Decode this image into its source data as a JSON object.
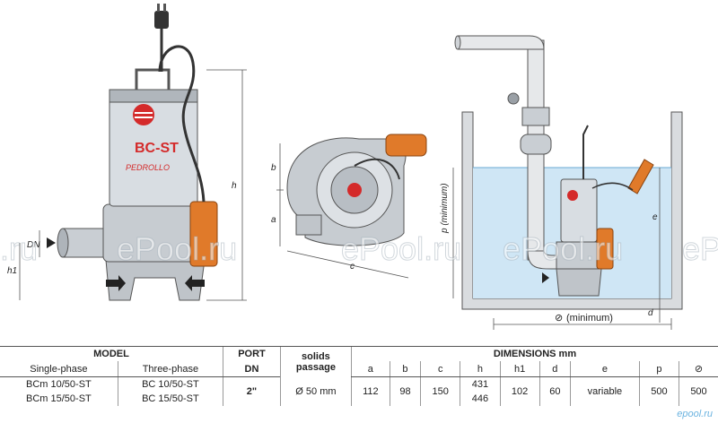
{
  "labels": {
    "front_h": "h",
    "front_h1": "h1",
    "front_dn": "DN",
    "top_a": "a",
    "top_b": "b",
    "top_c": "c",
    "sump_p": "p (minimum)",
    "sump_e": "e",
    "sump_d": "d",
    "sump_width": "(minimum)",
    "pump_model": "BC-ST",
    "pump_brand": "PEDROLLO"
  },
  "watermarks": [
    "I.ru",
    "ePool.ru",
    "ePool.ru",
    "ePool.ru",
    "ePool.ru"
  ],
  "corner_watermark": "epool.ru",
  "table": {
    "model_header": "MODEL",
    "port_header": "PORT",
    "port_sub": "DN",
    "solids_header": "solids passage",
    "dims_header": "DIMENSIONS mm",
    "single_phase": "Single-phase",
    "three_phase": "Three-phase",
    "dim_cols": [
      "a",
      "b",
      "c",
      "h",
      "h1",
      "d",
      "e",
      "p",
      "⊘"
    ],
    "rows": [
      {
        "single": "BCm 10/50-ST",
        "three": "BC 10/50-ST",
        "h": "431"
      },
      {
        "single": "BCm 15/50-ST",
        "three": "BC 15/50-ST",
        "h": "446"
      }
    ],
    "shared": {
      "port": "2\"",
      "solids": "Ø 50 mm",
      "a": "112",
      "b": "98",
      "c": "150",
      "h1": "102",
      "d": "60",
      "e": "variable",
      "p": "500",
      "w": "500"
    }
  }
}
